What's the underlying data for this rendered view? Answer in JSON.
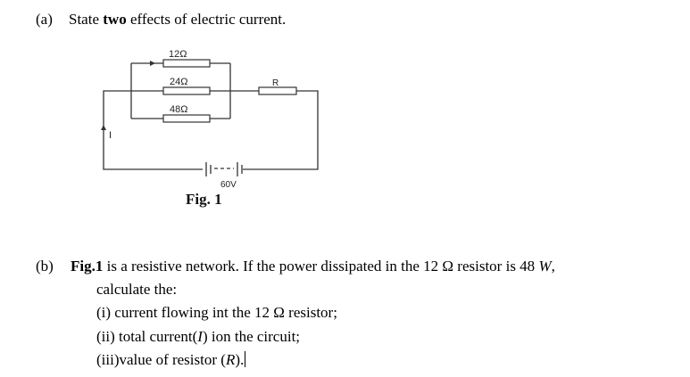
{
  "question_a": {
    "label": "(a)",
    "text_before": "State ",
    "text_bold": "two",
    "text_after": " effects of electric current."
  },
  "figure": {
    "resistor_top": "12Ω",
    "resistor_mid": "24Ω",
    "resistor_bot": "48Ω",
    "resistor_r": "R",
    "current_label": "I",
    "battery_label": "60V",
    "caption": "Fig. 1"
  },
  "question_b": {
    "label": "(b)",
    "text_bold": "Fig.1",
    "text_part1": " is a resistive network. If the power dissipated in the 12 Ω resistor is 48 ",
    "power_unit": "W",
    "text_part2": ",",
    "continuation": "calculate the:",
    "items": [
      {
        "prefix": "(i) ",
        "text": "current flowing int the 12 Ω resistor;"
      },
      {
        "prefix": "(ii) ",
        "text_before": "total current(",
        "symbol": "I",
        "text_after": ") ion the circuit;"
      },
      {
        "prefix": "(iii)",
        "text_before": "value of resistor (",
        "symbol": "R",
        "text_after": ")."
      }
    ]
  }
}
